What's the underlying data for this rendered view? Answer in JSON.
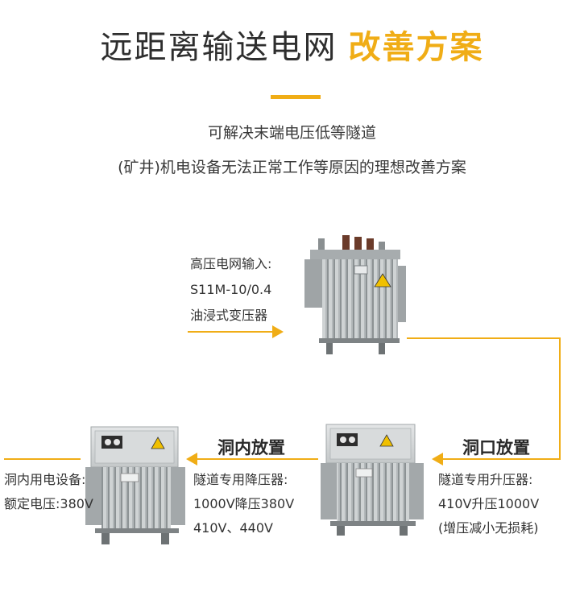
{
  "title": {
    "main": "远距离输送电网",
    "accent": "改善方案"
  },
  "subtitle": {
    "line1": "可解决末端电压低等隧道",
    "line2": "(矿井)机电设备无法正常工作等原因的理想改善方案"
  },
  "input": {
    "line1": "高压电网输入:",
    "line2": "S11M-10/0.4",
    "line3": "油浸式变压器"
  },
  "tunnel_inside": {
    "heading": "洞内放置",
    "line1": "隧道专用降压器:",
    "line2": "1000V降压380V",
    "line3": "410V、440V"
  },
  "tunnel_entrance": {
    "heading": "洞口放置",
    "line1": "隧道专用升压器:",
    "line2": "410V升压1000V",
    "line3": "(增压减小无损耗)"
  },
  "equipment": {
    "line1": "洞内用电设备:",
    "line2": "额定电压:380V"
  },
  "colors": {
    "accent": "#f0ad16",
    "text": "#333333",
    "transformer_body": "#b8bcbd",
    "transformer_dark": "#8d9294"
  }
}
